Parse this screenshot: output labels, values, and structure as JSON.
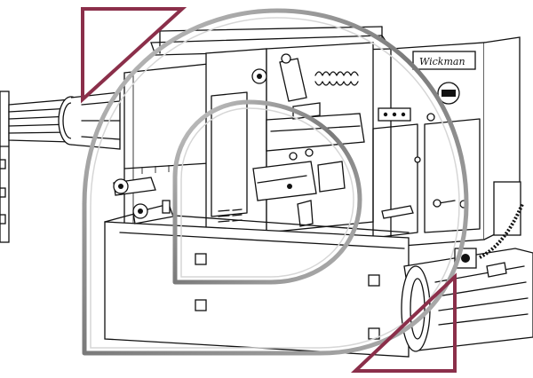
{
  "machine": {
    "brand_plate": "Wickman"
  },
  "logo": {
    "letter": "D",
    "icon": "d-monogram-logo",
    "accent_color": "#8b2f4a",
    "outline_color": "#8a8a8a"
  }
}
